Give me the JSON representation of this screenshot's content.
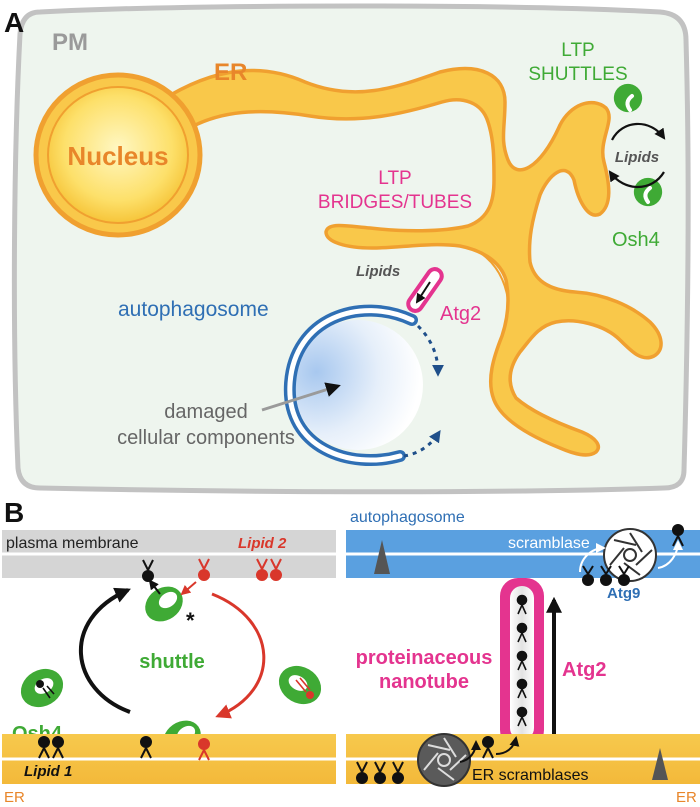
{
  "panel_a": {
    "label": "A",
    "pm": "PM",
    "er": "ER",
    "nucleus": "Nucleus",
    "ltp_shuttles": [
      "LTP",
      "SHUTTLES"
    ],
    "lipids_shuttle": "Lipids",
    "osh4": "Osh4",
    "ltp_bridges": [
      "LTP",
      "BRIDGES/TUBES"
    ],
    "lipids_bridge": "Lipids",
    "atg2": "Atg2",
    "autophagosome": "autophagosome",
    "damaged": [
      "damaged",
      "cellular components"
    ]
  },
  "panel_b": {
    "label": "B",
    "left": {
      "plasma_membrane": "plasma membrane",
      "lipid2": "Lipid 2",
      "shuttle": "shuttle",
      "osh4": "Osh4",
      "lipid1": "Lipid 1",
      "er": "ER",
      "asterisk": "*"
    },
    "right": {
      "autophagosome": "autophagosome",
      "scramblase": "scramblase",
      "atg9": "Atg9",
      "nanotube": [
        "proteinaceous",
        "nanotube"
      ],
      "atg2": "Atg2",
      "er_scramblases": "ER scramblases",
      "er": "ER"
    }
  },
  "colors": {
    "er_orange": "#f0a030",
    "er_fill": "#f9c84a",
    "nucleus_fill": "#fce37a",
    "ltp_green": "#3faa35",
    "ltp_pink": "#e4348f",
    "autophagosome_blue": "#2f6fb4",
    "lipid2_red": "#d9372b",
    "cell_bg": "#eef5ee",
    "cell_border": "#c2c2c2"
  }
}
